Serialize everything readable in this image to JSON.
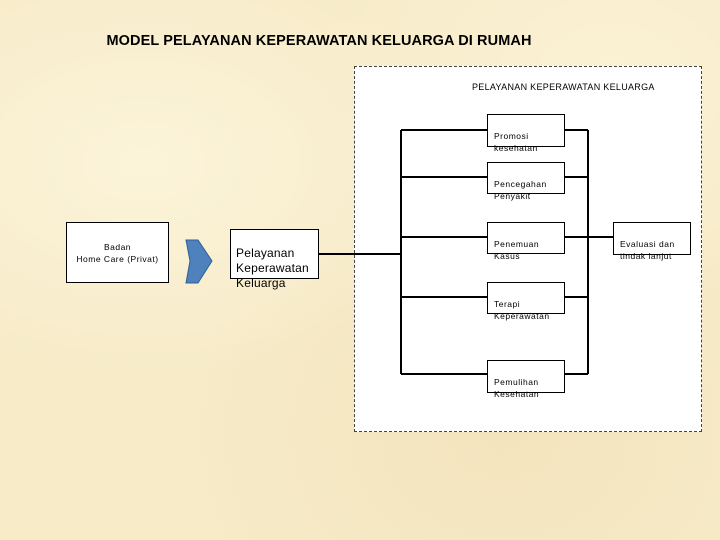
{
  "title": "MODEL PELAYANAN KEPERAWATAN KELUARGA DI RUMAH",
  "frame_label": "PELAYANAN KEPERAWATAN KELUARGA",
  "source_box": "Badan\nHome Care (Privat)",
  "main_box": "Pelayanan\nKeperawatan\nKeluarga",
  "services": [
    "Promosi\nkesehatan",
    "Pencegahan\nPenyakit",
    "Penemuan\nKasus",
    "Terapi\nKeperawatan",
    "Pemulihan\nKesehatan"
  ],
  "outcome_box": "Evaluasi dan\ntindak lanjut",
  "colors": {
    "background": "#f7ebc8",
    "arrow": "#4f81bd"
  }
}
